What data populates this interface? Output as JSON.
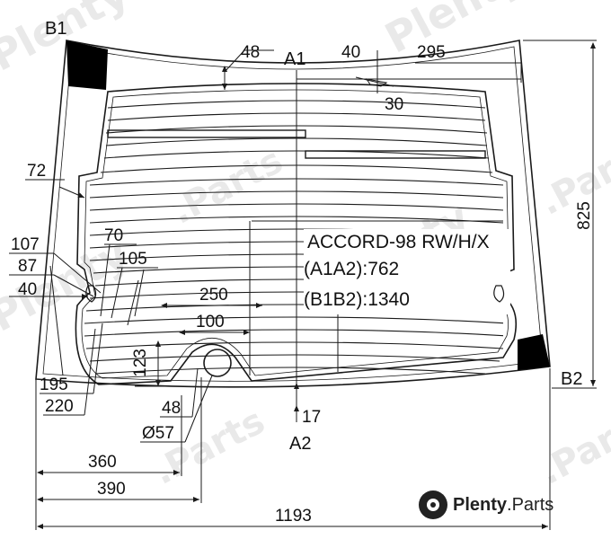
{
  "labels": {
    "b1": "B1",
    "b2": "B2",
    "a1": "A1",
    "a2": "A2"
  },
  "model": {
    "name": "ACCORD-98 RW/H/X",
    "a1a2": "(A1A2):762",
    "b1b2": "(B1B2):1340"
  },
  "dimensions": {
    "d48_top": "48",
    "d40": "40",
    "d295": "295",
    "d30": "30",
    "d825": "825",
    "d72": "72",
    "d107": "107",
    "d70": "70",
    "d105": "105",
    "d87": "87",
    "d40_left": "40",
    "d250": "250",
    "d100": "100",
    "d123": "123",
    "d195": "195",
    "d220": "220",
    "d48_bottom": "48",
    "d57": "Ø57",
    "d17": "17",
    "d360": "360",
    "d390": "390",
    "d1193": "1193"
  },
  "watermark": {
    "brand": "Plenty",
    "domain": ".Parts"
  },
  "colors": {
    "line": "#1a1a1a",
    "fill_black": "#000000",
    "watermark": "#d8d8d8"
  }
}
